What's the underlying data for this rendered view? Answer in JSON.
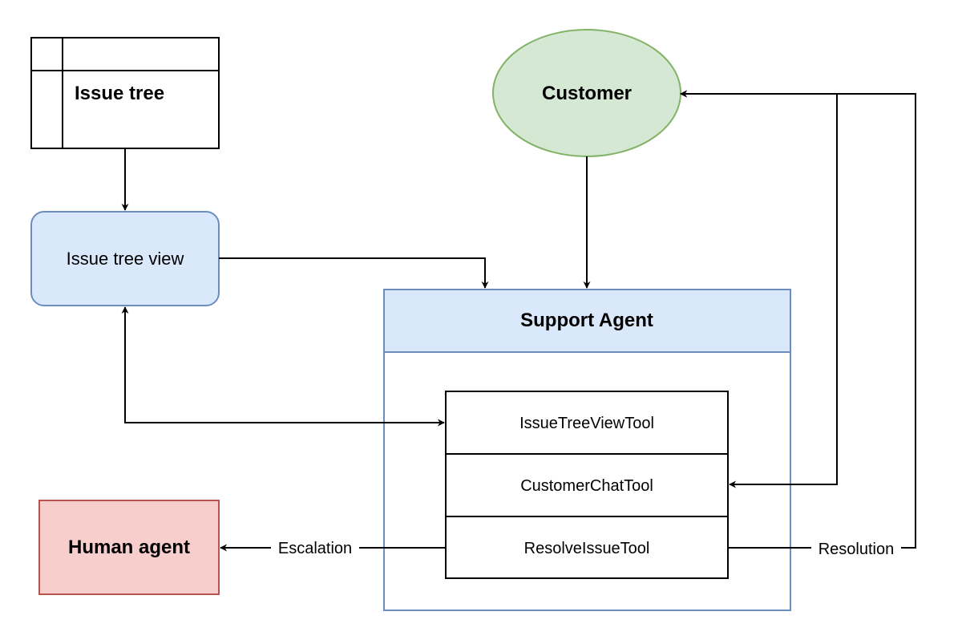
{
  "nodes": {
    "issue_tree": {
      "label": "Issue tree"
    },
    "issue_tree_view": {
      "label": "Issue tree view",
      "fill": "#dae8fc",
      "stroke": "#6c8ebf"
    },
    "customer": {
      "label": "Customer",
      "fill": "#d5e8d4",
      "stroke": "#82b366"
    },
    "support_agent": {
      "label": "Support Agent",
      "fill": "#dae8fc",
      "stroke": "#6c8ebf"
    },
    "human_agent": {
      "label": "Human agent",
      "fill": "#f8cecc",
      "stroke": "#b85450"
    }
  },
  "tools": [
    {
      "label": "IssueTreeViewTool"
    },
    {
      "label": "CustomerChatTool"
    },
    {
      "label": "ResolveIssueTool"
    }
  ],
  "edges": {
    "escalation": "Escalation",
    "resolution": "Resolution"
  }
}
